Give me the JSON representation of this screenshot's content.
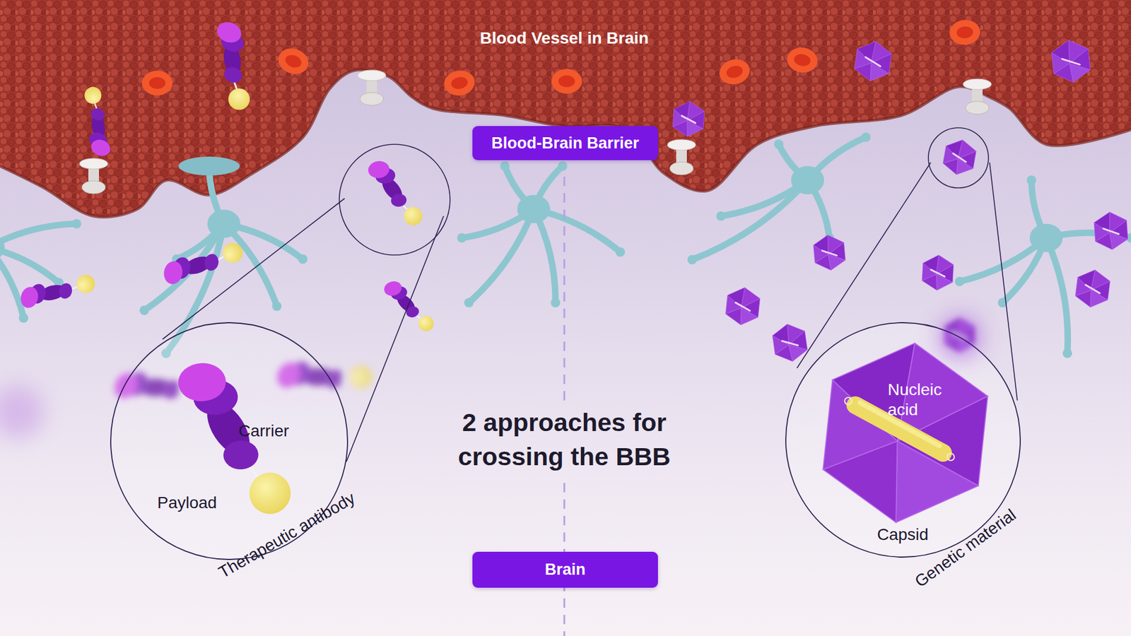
{
  "diagram": {
    "title": "2 approaches for crossing the BBB",
    "nodes": [
      {
        "text": [
          "Blood-Brain Barrier"
        ]
      },
      {
        "text": [
          "Carrier",
          "Payload",
          "Therapeutic antibody"
        ]
      },
      {
        "text": [
          "Nucleic acid",
          "Capsid",
          "Genetic material"
        ]
      },
      {
        "text": [
          "Brain"
        ]
      }
    ],
    "labels": [
      "Blood Vessel in Brain"
    ]
  }
}
